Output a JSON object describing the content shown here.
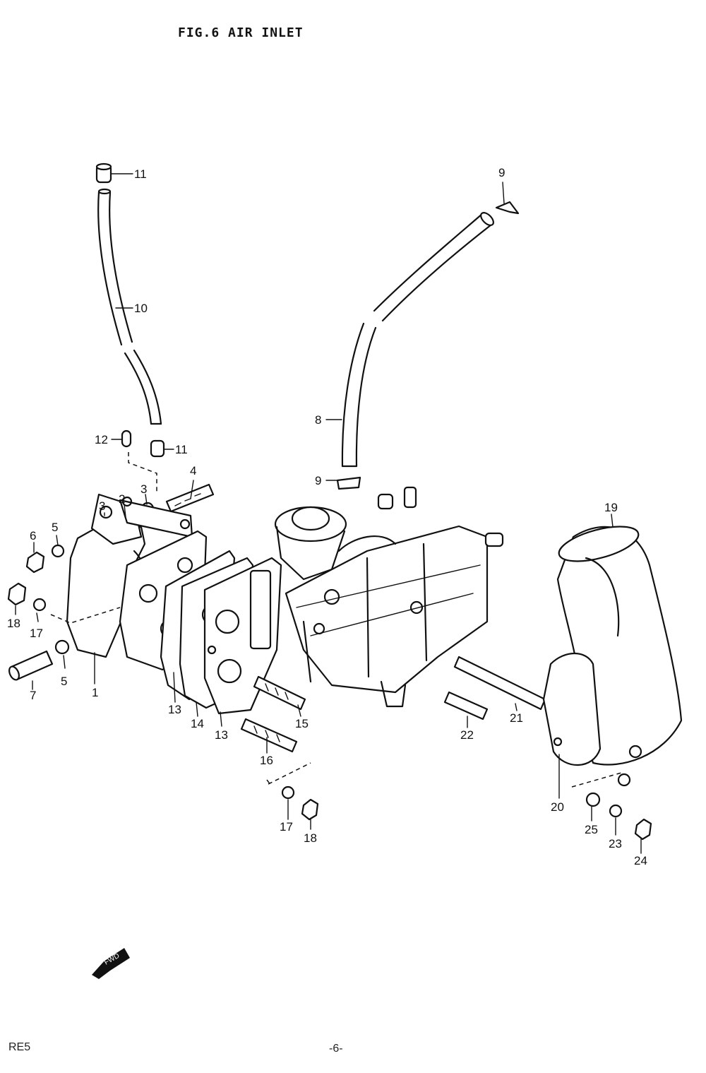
{
  "header": {
    "title": "FIG.6  AIR INLET"
  },
  "footer": {
    "model": "RE5",
    "page": "-6-"
  },
  "arrow": {
    "label": "FWD"
  },
  "parts": [
    {
      "no": "1"
    },
    {
      "no": "2"
    },
    {
      "no": "3"
    },
    {
      "no": "3"
    },
    {
      "no": "4"
    },
    {
      "no": "5"
    },
    {
      "no": "5"
    },
    {
      "no": "6"
    },
    {
      "no": "7"
    },
    {
      "no": "8"
    },
    {
      "no": "9"
    },
    {
      "no": "9"
    },
    {
      "no": "10"
    },
    {
      "no": "11"
    },
    {
      "no": "11"
    },
    {
      "no": "12"
    },
    {
      "no": "13"
    },
    {
      "no": "13"
    },
    {
      "no": "14"
    },
    {
      "no": "15"
    },
    {
      "no": "16"
    },
    {
      "no": "17"
    },
    {
      "no": "17"
    },
    {
      "no": "18"
    },
    {
      "no": "18"
    },
    {
      "no": "19"
    },
    {
      "no": "20"
    },
    {
      "no": "21"
    },
    {
      "no": "22"
    },
    {
      "no": "23"
    },
    {
      "no": "24"
    },
    {
      "no": "25"
    }
  ]
}
